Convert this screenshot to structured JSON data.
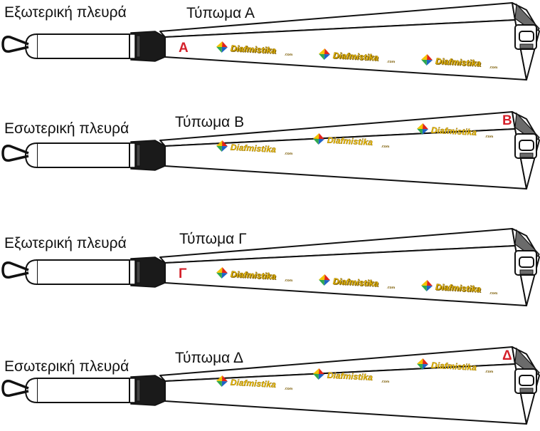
{
  "panels": [
    {
      "side_label": "Εξωτερική πλευρά",
      "print_label": "Τύπωμα Α",
      "letter": "Α",
      "letter_position": "left",
      "logos_visible": "full"
    },
    {
      "side_label": "Εσωτερική πλευρά",
      "print_label": "Τύπωμα Β",
      "letter": "Β",
      "letter_position": "right",
      "logos_visible": "partial"
    },
    {
      "side_label": "Εξωτερική πλευρά",
      "print_label": "Τύπωμα Γ",
      "letter": "Γ",
      "letter_position": "left",
      "logos_visible": "full"
    },
    {
      "side_label": "Εσωτερική πλευρά",
      "print_label": "Τύπωμα Δ",
      "letter": "Δ",
      "letter_position": "right",
      "logos_visible": "partial"
    }
  ],
  "logo": {
    "main": "Diafmistika",
    "suffix": ".com"
  },
  "colors": {
    "outline": "#111111",
    "strap": "#ffffff",
    "print_letter": "#d4202a",
    "logo_text": "#f2c200",
    "logo_shadow": "#7a5a00",
    "diamond_red": "#e2231a",
    "diamond_green": "#2fa84f",
    "diamond_blue": "#1e63c6",
    "diamond_yellow": "#f5c400",
    "buckle_dark": "#1a1a1a",
    "clip_grey": "#6b6b6b"
  }
}
